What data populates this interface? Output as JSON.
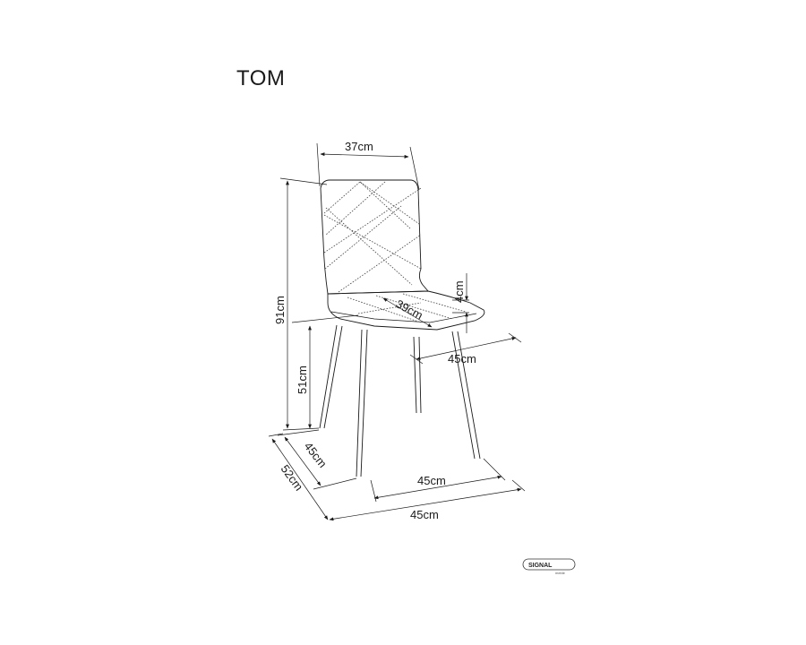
{
  "title": "TOM",
  "dimensions": {
    "back_width": "37cm",
    "total_height": "91cm",
    "seat_depth": "39cm",
    "seat_thickness": "4cm",
    "seat_width": "45cm",
    "seat_height": "51cm",
    "leg_depth": "45cm",
    "leg_width": "45cm",
    "overall_depth": "52cm",
    "overall_width": "45cm"
  },
  "brand": {
    "name": "SIGNAL",
    "sub": "meble"
  }
}
